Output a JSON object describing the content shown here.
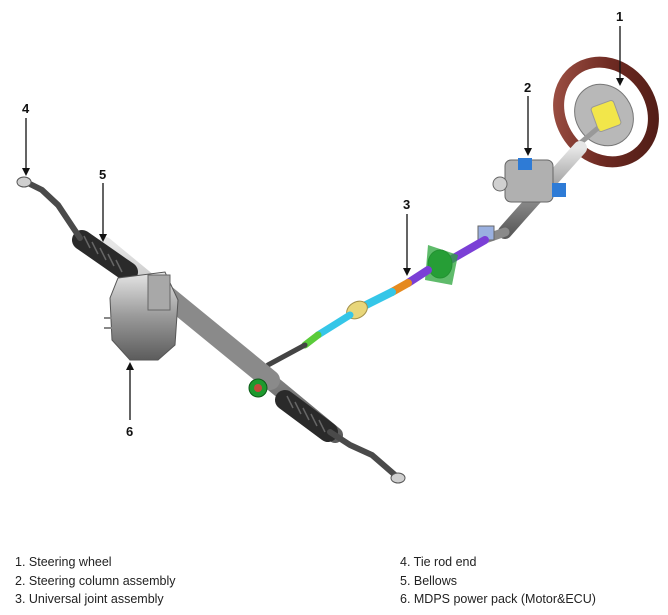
{
  "callouts": {
    "c1": "1",
    "c2": "2",
    "c3": "3",
    "c4": "4",
    "c5": "5",
    "c6": "6"
  },
  "legend": {
    "left": [
      "1. Steering wheel",
      "2. Steering column assembly",
      "3. Universal joint assembly"
    ],
    "right": [
      "4. Tie rod end",
      "5. Bellows",
      "6. MDPS power pack (Motor&ECU)"
    ]
  }
}
